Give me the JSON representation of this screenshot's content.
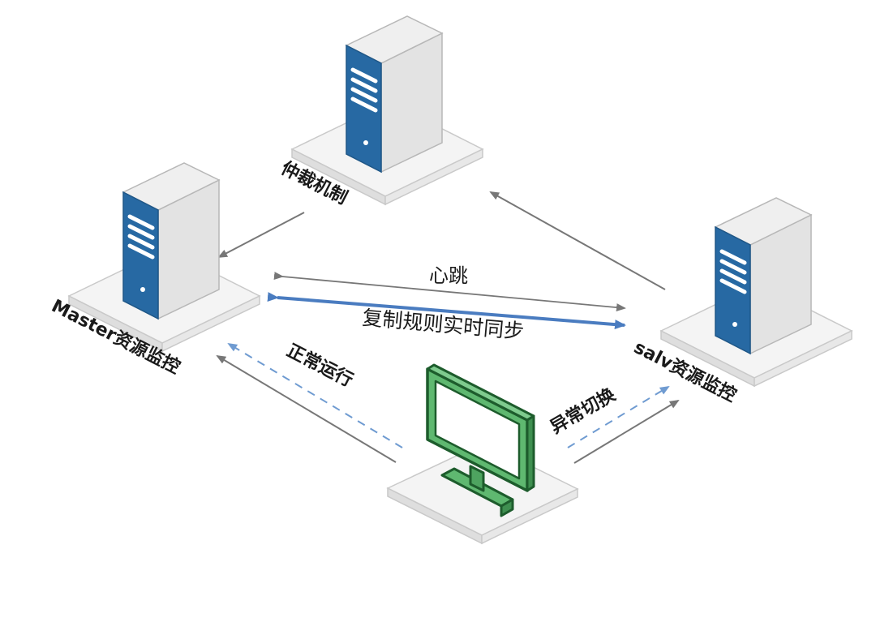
{
  "nodes": {
    "arbiter": {
      "label": "仲裁机制",
      "icon": "server-icon"
    },
    "master": {
      "label": "Master资源监控",
      "icon": "server-icon"
    },
    "slave": {
      "label": "salv资源监控",
      "icon": "server-icon"
    },
    "client": {
      "icon": "monitor-icon"
    }
  },
  "links": {
    "heartbeat": "心跳",
    "replication": "复制规则实时同步",
    "normal": "正常运行",
    "failover": "异常切换"
  },
  "colors": {
    "server_blue": "#2769a3",
    "server_side": "#d6d6d6",
    "server_top": "#ededed",
    "platform_top": "#f3f3f3",
    "monitor_green": "#5fb870",
    "monitor_dark": "#1d5c2c",
    "arrow_gray": "#777777",
    "arrow_blue": "#4a7cc0",
    "dashed_blue": "#6f9bd1"
  }
}
